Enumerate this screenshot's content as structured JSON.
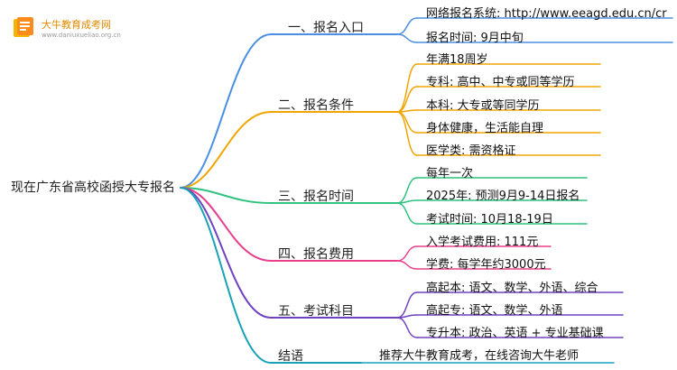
{
  "logo": {
    "name": "大牛教育成考网",
    "site": "www.daniuxueliao.org.cn"
  },
  "root": "现在广东省高校函授大专报名",
  "colors": {
    "blue": "#4a90e2",
    "orange": "#f0a500",
    "green": "#2ec27e",
    "pink": "#e83e8c",
    "purple": "#6f42c1",
    "teal": "#17a2b8",
    "logo_orange": "#e08a00"
  },
  "branches": [
    {
      "label": "一、报名入口",
      "color": "blue",
      "items": [
        "网络报名系统: http://www.eeagd.edu.cn/cr",
        "报名时间: 9月中旬"
      ]
    },
    {
      "label": "二、报名条件",
      "color": "orange",
      "items": [
        "年满18周岁",
        "专科: 高中、中专或同等学历",
        "本科: 大专或等同学历",
        "身体健康，生活能自理",
        "医学类: 需资格证"
      ]
    },
    {
      "label": "三、报名时间",
      "color": "green",
      "items": [
        "每年一次",
        "2025年: 预测9月9-14日报名",
        "考试时间: 10月18-19日"
      ]
    },
    {
      "label": "四、报名费用",
      "color": "pink",
      "items": [
        "入学考试费用: 111元",
        "学费: 每学年约3000元"
      ]
    },
    {
      "label": "五、考试科目",
      "color": "purple",
      "items": [
        "高起本: 语文、数学、外语、综合",
        "高起专: 语文、数学、外语",
        "专升本: 政治、英语 + 专业基础课"
      ]
    },
    {
      "label": "结语",
      "color": "teal",
      "items": [
        "推荐大牛教育成考，在线咨询大牛老师"
      ]
    }
  ]
}
